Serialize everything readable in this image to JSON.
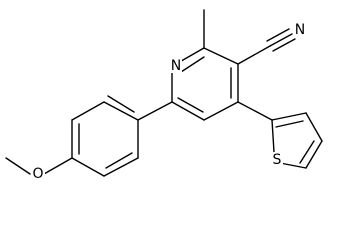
{
  "colors": {
    "background": "#ffffff",
    "ink": "#000000"
  },
  "atoms": {
    "pyridine_n": "N",
    "nitrile_n": "N",
    "thiophene_s": "S",
    "methoxy_o": "O"
  }
}
